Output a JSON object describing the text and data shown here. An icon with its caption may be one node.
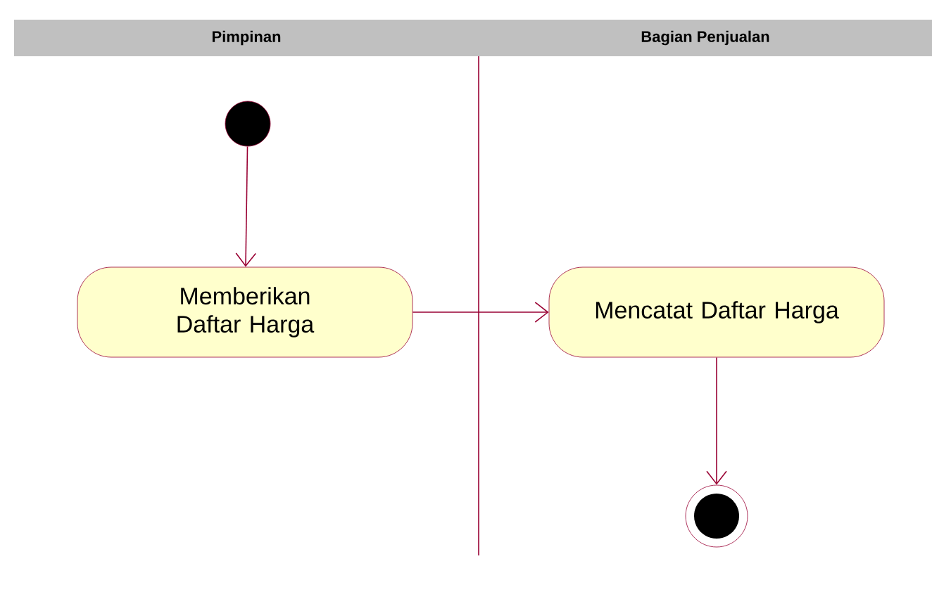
{
  "diagram": {
    "nodes": [
      {
        "text": [
          "Pimpinan"
        ]
      },
      {
        "text": [
          "Bagian Penjualan"
        ]
      },
      {
        "text": [],
        "shape": "circle"
      },
      {
        "text": [
          "Memberikan Daftar Harga"
        ]
      },
      {
        "text": [
          "Mencatat Daftar Harga"
        ]
      },
      {
        "text": [],
        "shape": "circle"
      }
    ],
    "edges": [
      {
        "from": 2,
        "to": 3,
        "arrow": "to"
      },
      {
        "from": 3,
        "to": 4,
        "arrow": "to"
      },
      {
        "from": 4,
        "to": 5,
        "arrow": "to"
      }
    ]
  }
}
